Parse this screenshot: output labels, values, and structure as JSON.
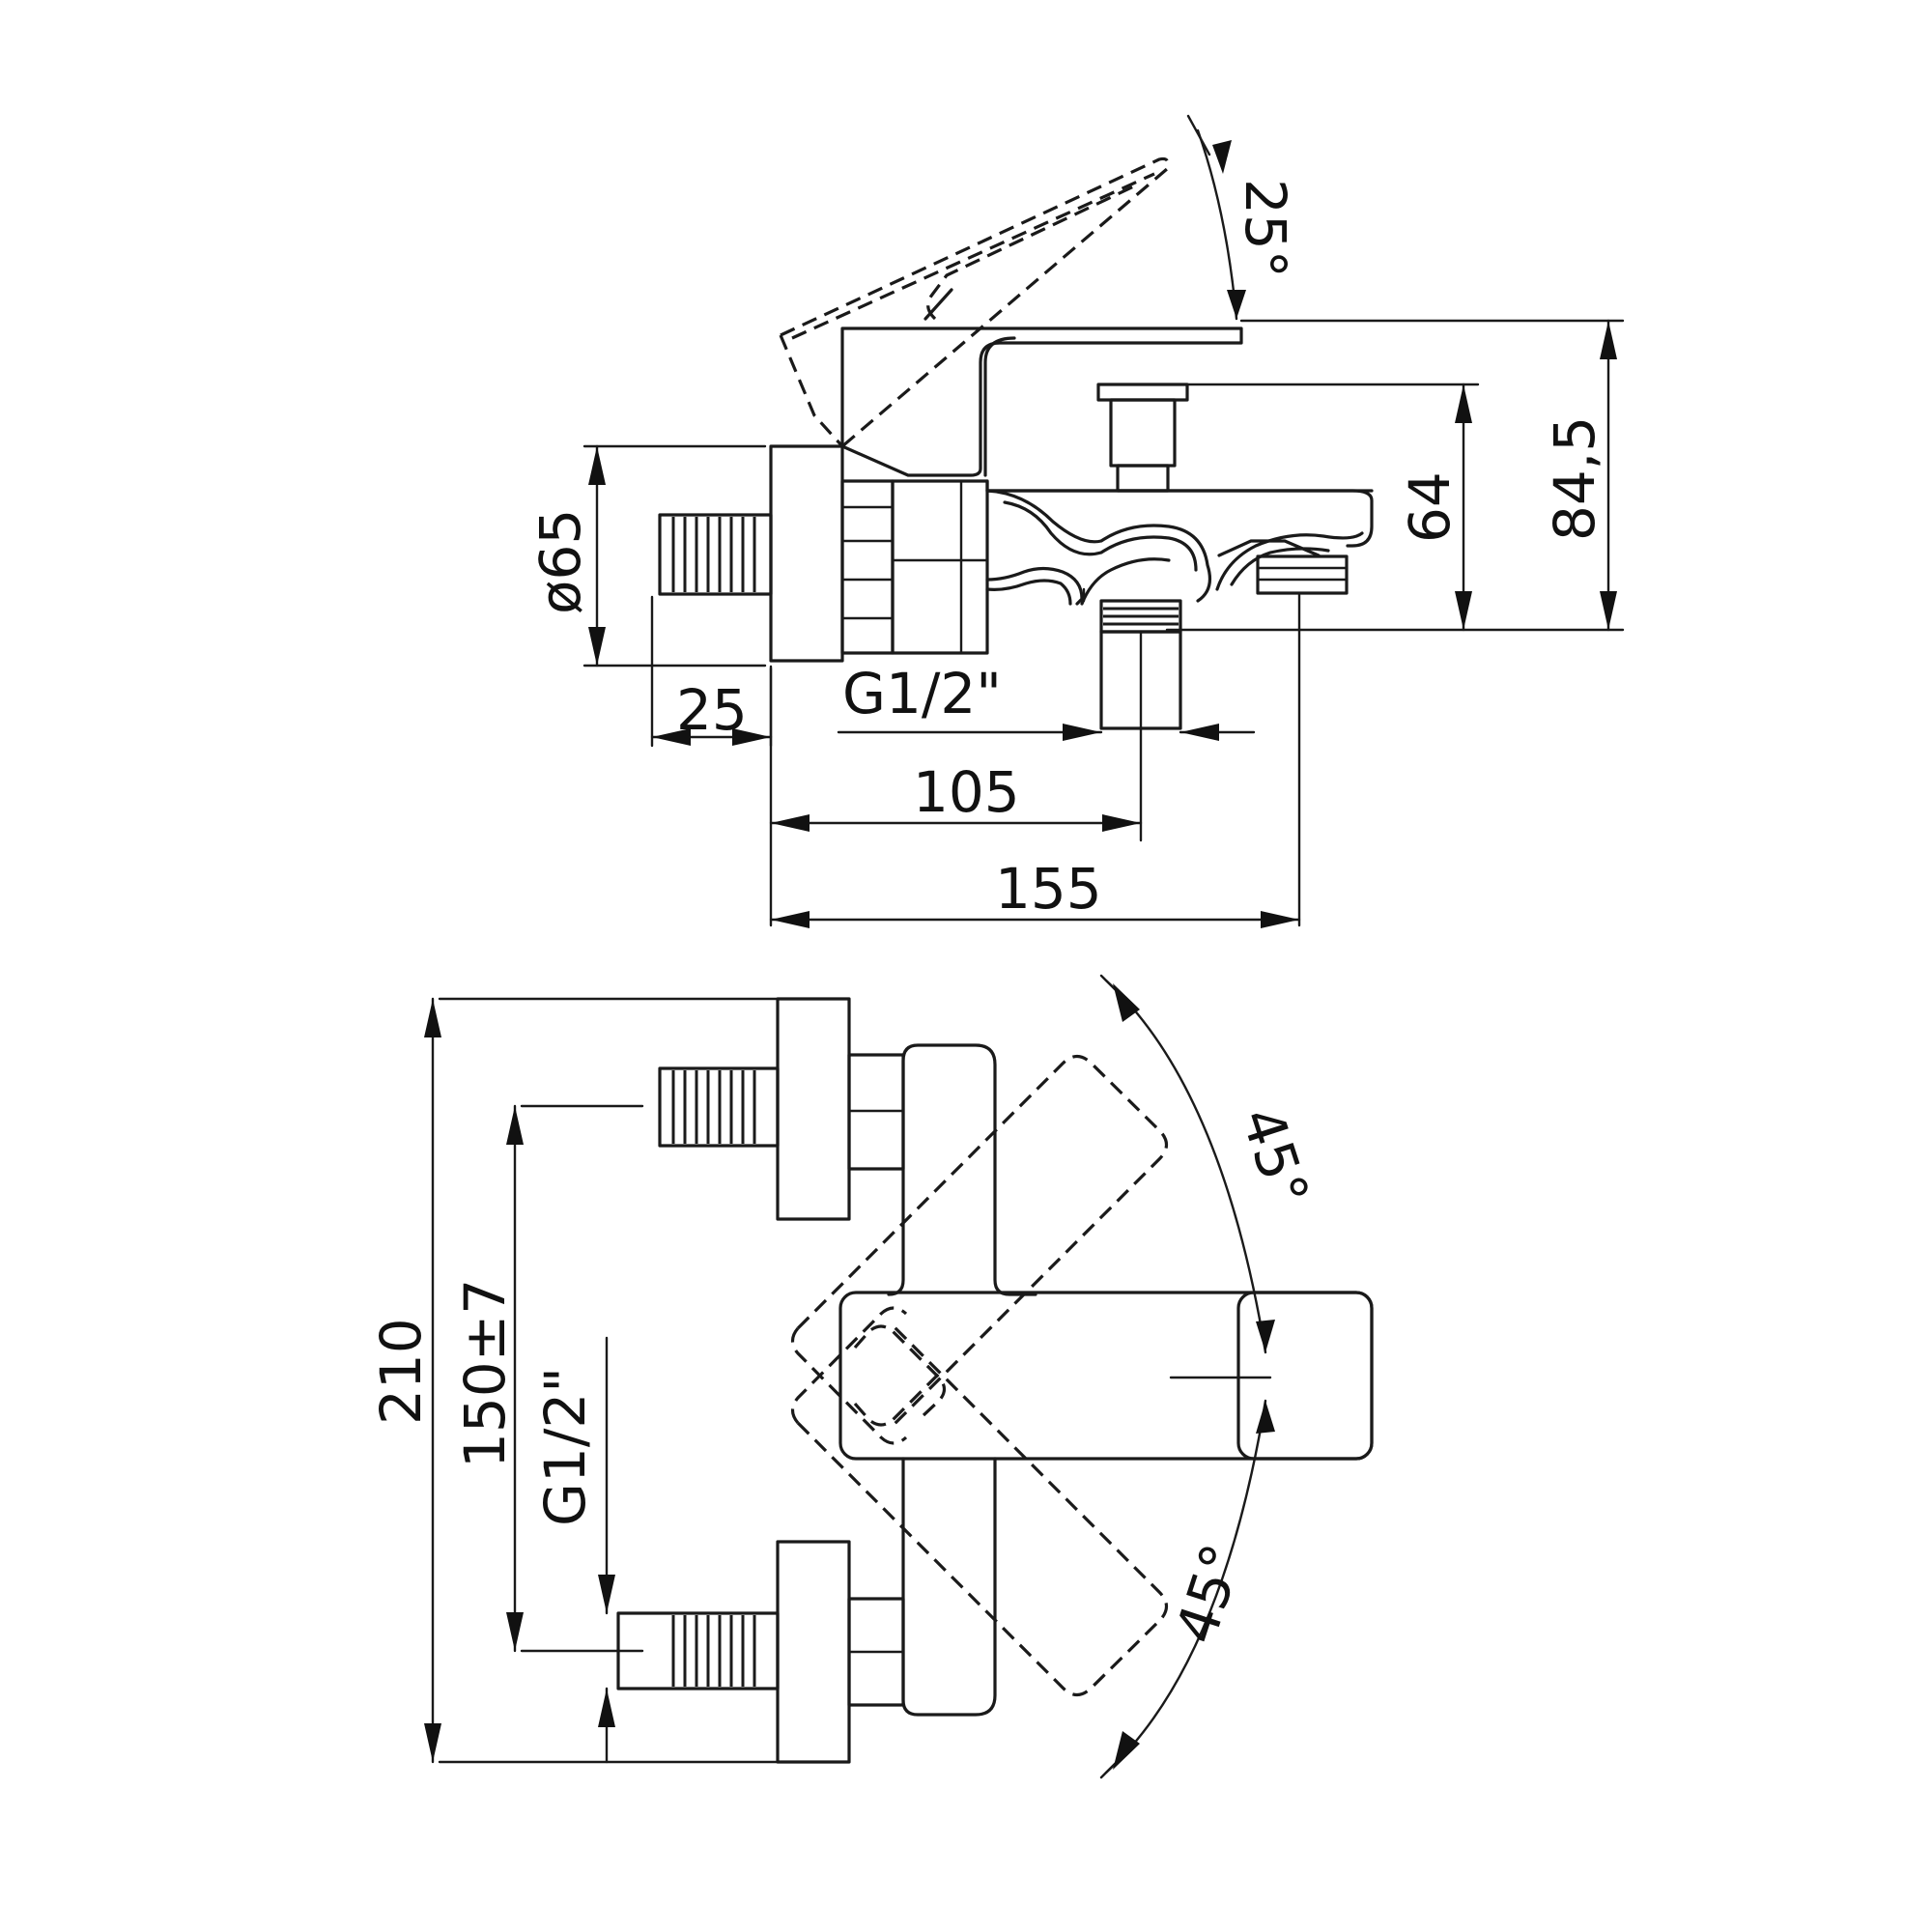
{
  "colors": {
    "line": "#1a1a1a",
    "background": "#ffffff"
  },
  "side_view": {
    "handle_angle": "25°",
    "total_height": "84,5",
    "spout_height": "64",
    "body_diameter": "ø65",
    "connector_length": "25",
    "outlet_thread": "G1/2\"",
    "outlet_distance": "105",
    "total_depth": "155"
  },
  "top_view": {
    "total_width": "210",
    "center_distance": "150±7",
    "inlet_thread": "G1/2\"",
    "upper_rotation": "45°",
    "lower_rotation": "45°"
  }
}
